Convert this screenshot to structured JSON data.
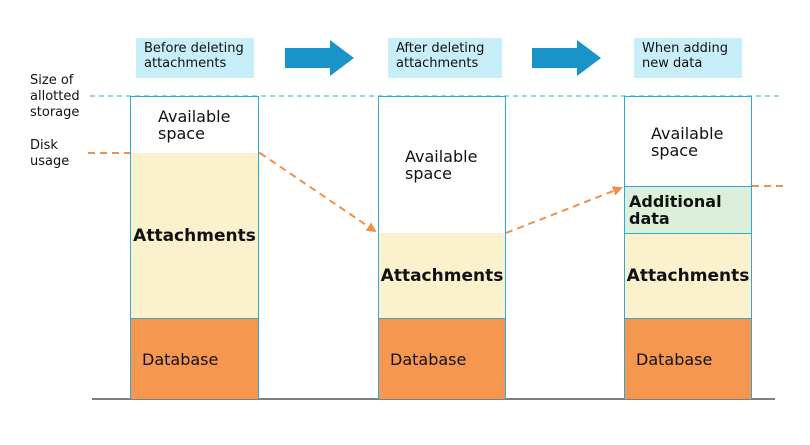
{
  "labels": {
    "allotted_storage": [
      "Size of",
      "allotted",
      "storage"
    ],
    "disk_usage": [
      "Disk",
      "usage"
    ]
  },
  "stages": [
    {
      "title": [
        "Before deleting",
        "attachments"
      ],
      "segments": {
        "available": [
          "Available",
          "space"
        ],
        "attachments": "Attachments",
        "database": "Database"
      }
    },
    {
      "title": [
        "After deleting",
        "attachments"
      ],
      "segments": {
        "available": [
          "Available",
          "space"
        ],
        "attachments": "Attachments",
        "database": "Database"
      }
    },
    {
      "title": [
        "When adding",
        "new data"
      ],
      "segments": {
        "available": [
          "Available",
          "space"
        ],
        "additional": [
          "Additional",
          "data"
        ],
        "attachments": "Attachments",
        "database": "Database"
      }
    }
  ],
  "colors": {
    "stage_title_bg": "#c8eefa",
    "arrow": "#1a93c9",
    "column_border": "#2ea8d8",
    "available": "#ffffff",
    "attachments": "#fbf1cc",
    "additional": "#dcefd8",
    "database": "#f5974e",
    "usage_line": "#f0914a",
    "allotted_line": "#2ea8d8",
    "baseline": "#555555"
  }
}
